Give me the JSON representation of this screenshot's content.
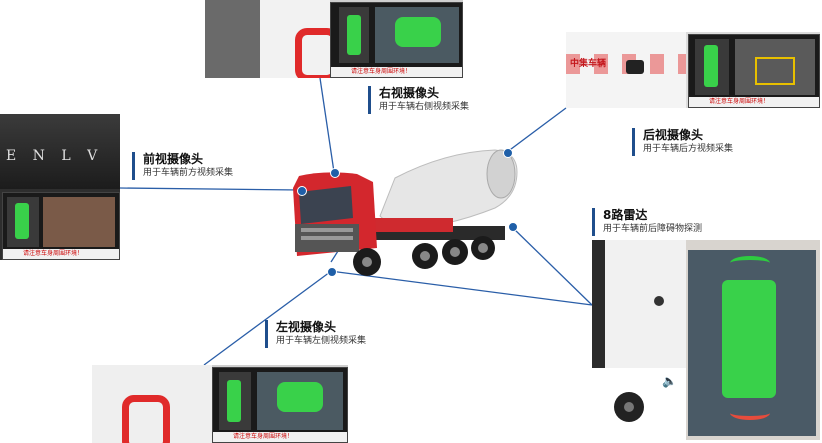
{
  "callouts": {
    "right_camera": {
      "title": "右视摄像头",
      "desc": "用于车辆右侧视频采集"
    },
    "rear_camera": {
      "title": "后视摄像头",
      "desc": "用于车辆后方视频采集"
    },
    "front_camera": {
      "title": "前视摄像头",
      "desc": "用于车辆前方视频采集"
    },
    "radar": {
      "title": "8路雷达",
      "desc": "用于车辆前后障碍物探测"
    },
    "left_camera": {
      "title": "左视摄像头",
      "desc": "用于车辆左侧视频采集"
    }
  },
  "screens": {
    "warning_text": "请注意车身周围环境！",
    "brand_text": "中集车辆",
    "front_cab_letters": "E N L V"
  },
  "colors": {
    "accent": "#1f4e8c",
    "line": "#2a5ea8",
    "truck_red": "#d8262e",
    "overlay_green": "#39d14a"
  }
}
